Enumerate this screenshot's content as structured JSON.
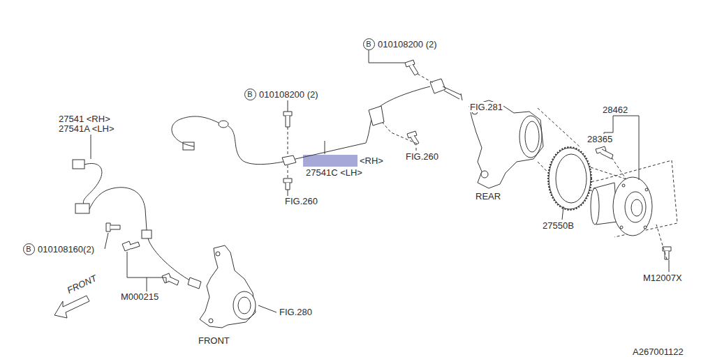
{
  "diagram": {
    "nodes": [
      {
        "text": [
          "B"
        ]
      },
      {
        "text": [
          "B"
        ]
      },
      {
        "text": [
          "B"
        ]
      }
    ],
    "labels": [
      "27541 <RH>",
      "27541A <LH>",
      "010108200 (2)",
      "FIG.281",
      "28462",
      "010108200 (2)",
      "28365",
      "<RH>",
      "27541C <LH>",
      "FIG.260",
      "FIG.260",
      "REAR",
      "27550B",
      "010108160(2)",
      "M000215",
      "M12007X",
      "FIG.280",
      "FRONT",
      "FRONT",
      "A267001122"
    ]
  }
}
